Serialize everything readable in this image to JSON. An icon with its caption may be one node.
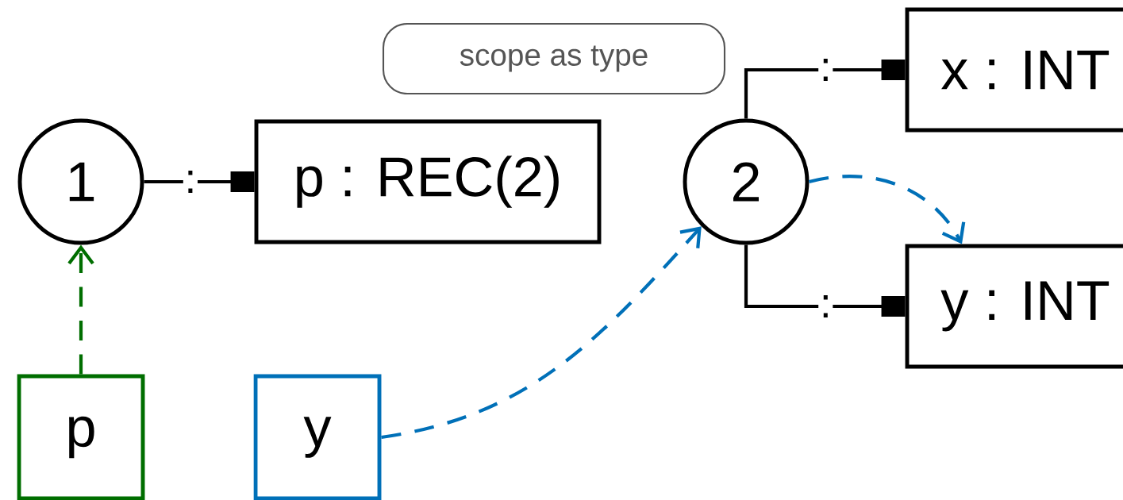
{
  "diagram": {
    "nodes": [
      {
        "text": [
          "1"
        ]
      },
      {
        "text": [
          "p : REC(2)"
        ]
      },
      {
        "text": [
          "2"
        ]
      },
      {
        "text": [
          "x : INT"
        ]
      },
      {
        "text": [
          "y : INT"
        ]
      },
      {
        "text": [
          "p"
        ]
      },
      {
        "text": [
          "y"
        ]
      },
      {
        "text": [
          "scope as type"
        ]
      }
    ],
    "edges": [
      {
        "from": 0,
        "to": 1,
        "arrow": "other",
        "label": ":"
      },
      {
        "from": 2,
        "to": 3,
        "arrow": "other",
        "label": ":"
      },
      {
        "from": 2,
        "to": 4,
        "arrow": "other",
        "label": ":"
      },
      {
        "from": 5,
        "to": 0,
        "arrow": "to",
        "style": "dashed",
        "color": "#006e00"
      },
      {
        "from": 6,
        "to": 2,
        "arrow": "to",
        "style": "dashed",
        "color": "#0070b8"
      },
      {
        "from": 2,
        "to": 4,
        "arrow": "to",
        "style": "dashed",
        "color": "#0070b8"
      }
    ]
  }
}
